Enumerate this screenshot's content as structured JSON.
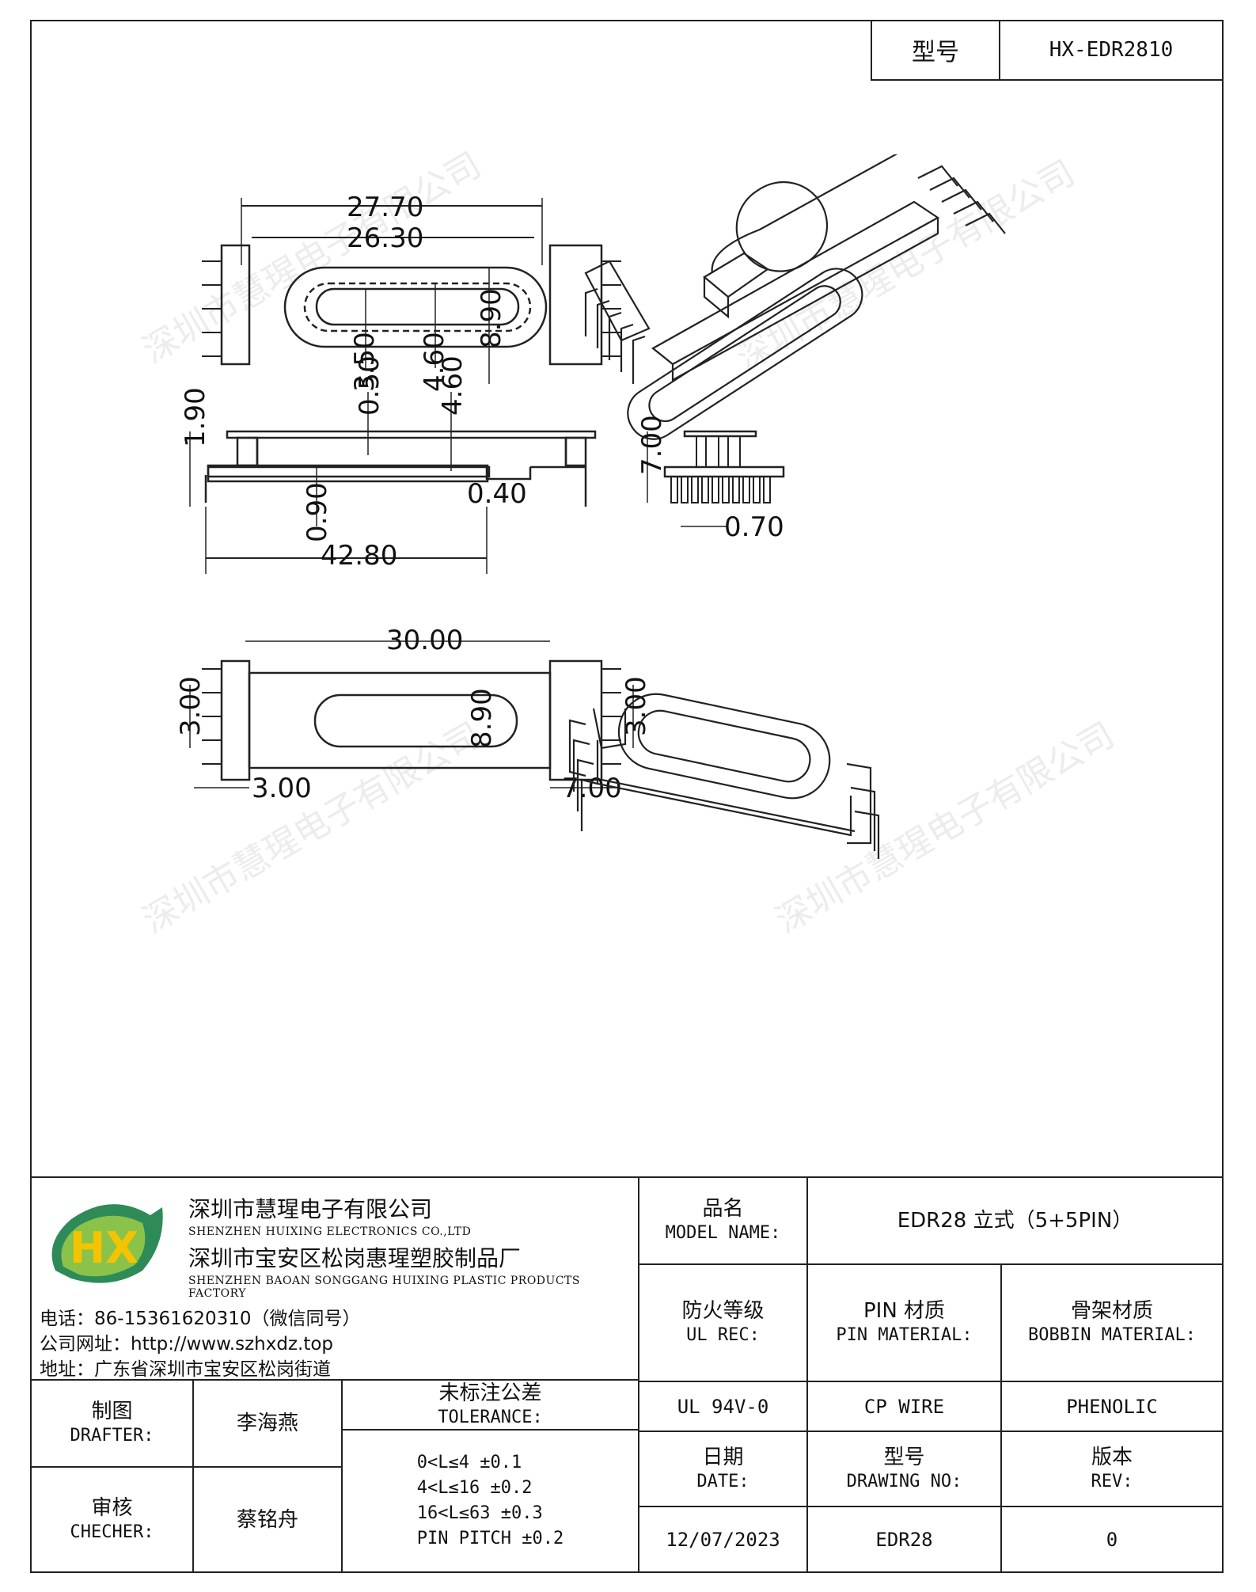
{
  "header": {
    "model_label": "型号",
    "model_value": "HX-EDR2810"
  },
  "dimensions": {
    "d1": "27.70",
    "d2": "26.30",
    "d3": "8.90",
    "d4": "3.50",
    "d5": "4.60",
    "d6": "0.50",
    "d7": "4.60",
    "d8": "1.90",
    "d9": "0.90",
    "d10": "0.40",
    "d11": "42.80",
    "d12": "7.00",
    "d13": "0.70",
    "d14": "30.00",
    "d15": "8.90",
    "d16": "3.00",
    "d17": "3.00",
    "d18": "3.00",
    "d19": "7.00"
  },
  "watermark": "深圳市慧瑆电子有限公司",
  "company": {
    "logo_text": "HX",
    "name_cn": "深圳市慧瑆电子有限公司",
    "name_en": "SHENZHEN HUIXING ELECTRONICS CO.,LTD",
    "factory_cn": "深圳市宝安区松岗惠瑆塑胶制品厂",
    "factory_en": "SHENZHEN BAOAN SONGGANG HUIXING PLASTIC PRODUCTS FACTORY",
    "phone": "电话：86-15361620310（微信同号）",
    "website": "公司网址：http://www.szhxdz.top",
    "address": "地址：广东省深圳市宝安区松岗街道"
  },
  "title_block": {
    "model_name_cn": "品名",
    "model_name_en": "MODEL NAME:",
    "model_name_value": "EDR28 立式（5+5PIN）",
    "ul_cn": "防火等级",
    "ul_en": "UL REC:",
    "ul_value": "UL 94V-0",
    "pin_cn": "PIN 材质",
    "pin_en": "PIN MATERIAL:",
    "pin_value": "CP WIRE",
    "bobbin_cn": "骨架材质",
    "bobbin_en": "BOBBIN MATERIAL:",
    "bobbin_value": "PHENOLIC",
    "drafter_cn": "制图",
    "drafter_en": "DRAFTER:",
    "drafter_value": "李海燕",
    "checker_cn": "审核",
    "checker_en": "CHECHER:",
    "checker_value": "蔡铭舟",
    "tolerance_cn": "未标注公差",
    "tolerance_en": "TOLERANCE:",
    "tol1": "0<L≤4  ±0.1",
    "tol2": "4<L≤16 ±0.2",
    "tol3": "16<L≤63 ±0.3",
    "tol4": "PIN PITCH ±0.2",
    "date_cn": "日期",
    "date_en": "DATE:",
    "date_value": "12/07/2023",
    "drawing_cn": "型号",
    "drawing_en": "DRAWING NO:",
    "drawing_value": "EDR28",
    "rev_cn": "版本",
    "rev_en": "REV:",
    "rev_value": "0"
  }
}
